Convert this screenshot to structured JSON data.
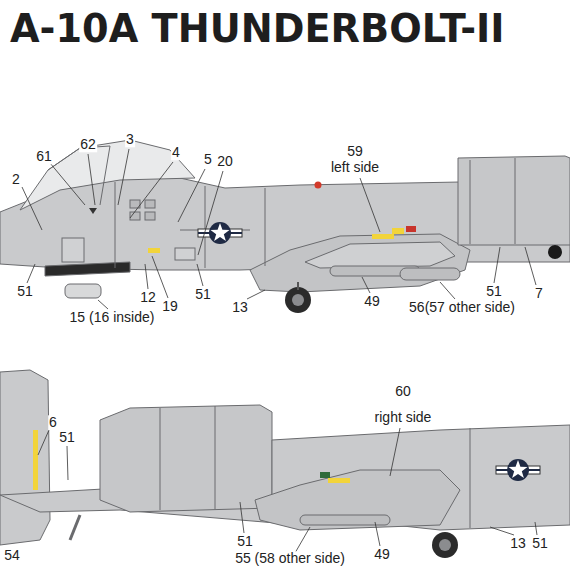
{
  "diagram": {
    "title": "A-10A THUNDERBOLT-II",
    "labels": [
      "62",
      "3",
      "61",
      "4",
      "5",
      "20",
      "59",
      "left side",
      "2",
      "51",
      "12",
      "19",
      "51",
      "13",
      "49",
      "51",
      "7",
      "15 (16 inside)",
      "56(57 other side)",
      "60",
      "right side",
      "6",
      "51",
      "51",
      "49",
      "55 (58 other side)",
      "13",
      "51",
      "54"
    ]
  }
}
